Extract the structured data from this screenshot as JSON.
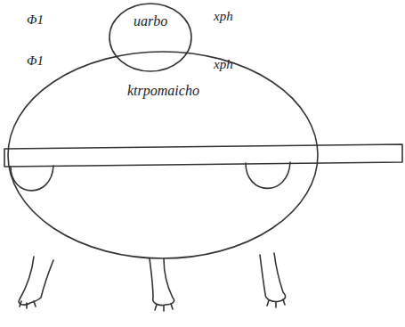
{
  "diagram": {
    "nodes": [
      {
        "text": [
          "uarbo"
        ]
      },
      {
        "text": [
          "ktrpoтaicho"
        ]
      }
    ],
    "labels": [
      "Φ1",
      "xph",
      "Φ1",
      "xph"
    ]
  }
}
